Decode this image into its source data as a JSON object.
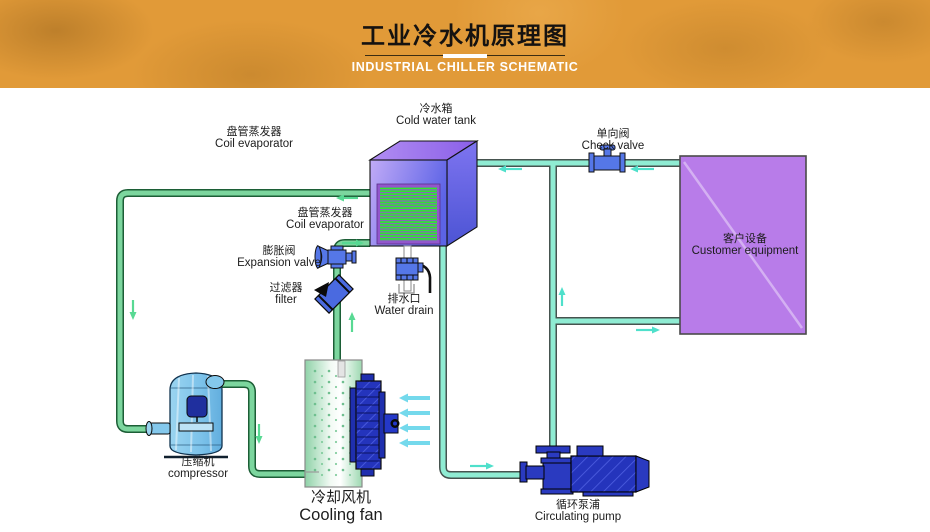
{
  "header": {
    "title": "工业冷水机原理图",
    "subtitle": "INDUSTRIAL CHILLER SCHEMATIC"
  },
  "labels": {
    "cold_water_tank": {
      "zh": "冷水箱",
      "en": "Cold water tank"
    },
    "coil_evaporator_top": {
      "zh": "盘管蒸发器",
      "en": "Coil evaporator"
    },
    "coil_evaporator_inner": {
      "zh": "盘管蒸发器",
      "en": "Coil evaporator"
    },
    "expansion_valve": {
      "zh": "膨胀阀",
      "en": "Expansion valve"
    },
    "filter": {
      "zh": "过滤器",
      "en": "filter"
    },
    "water_drain": {
      "zh": "排水口",
      "en": "Water drain"
    },
    "check_valve": {
      "zh": "单向阀",
      "en": "Check valve"
    },
    "customer_equipment": {
      "zh": "客户设备",
      "en": "Customer equipment"
    },
    "compressor": {
      "zh": "压缩机",
      "en": "compressor"
    },
    "cooling_fan": {
      "zh": "冷却风机",
      "en": "Cooling fan"
    },
    "circulating_pump": {
      "zh": "循环泵浦",
      "en": "Circulating pump"
    }
  },
  "colors": {
    "header_bg": "#E19A38",
    "pipe_refrigerant": "#7CD69E",
    "pipe_water": "#8FECD3",
    "arrow_green": "#58D993",
    "arrow_cyan": "#4FE0CB",
    "equipment_blue": "#2A3AC0",
    "customer_equipment_fill": "#B87CE9",
    "tank_front": "#8F86EF",
    "coil_green": "#2DE82D",
    "compressor_blue": "#84C8EC"
  }
}
